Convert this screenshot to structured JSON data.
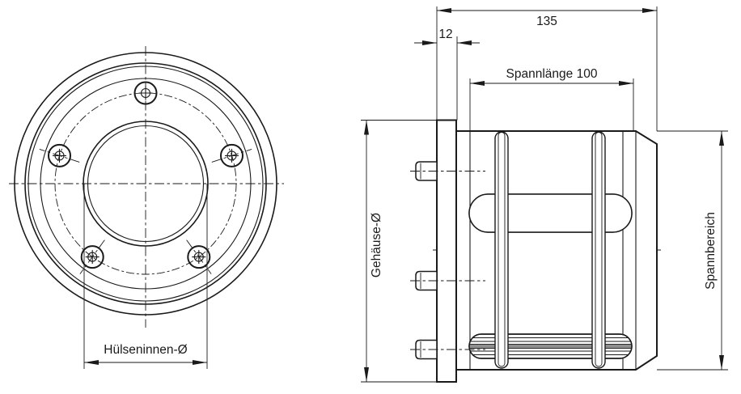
{
  "drawing_type": "technical-drawing-two-views",
  "colors": {
    "line": "#1a1a1a",
    "background": "#ffffff",
    "rib_shade": "#8f8f8f"
  },
  "front_view": {
    "description": "front view of clamping sleeve flange",
    "bolt_count": 5,
    "inner_diameter_label": "Hülseninnen-Ø"
  },
  "side_view": {
    "description": "side section view of clamping sleeve",
    "bolt_count": 3,
    "total_length": "135",
    "flange_thickness": "12",
    "clamping_length_label": "Spannlänge 100",
    "housing_diameter_label": "Gehäuse-Ø",
    "clamping_range_label": "Spannbereich"
  }
}
